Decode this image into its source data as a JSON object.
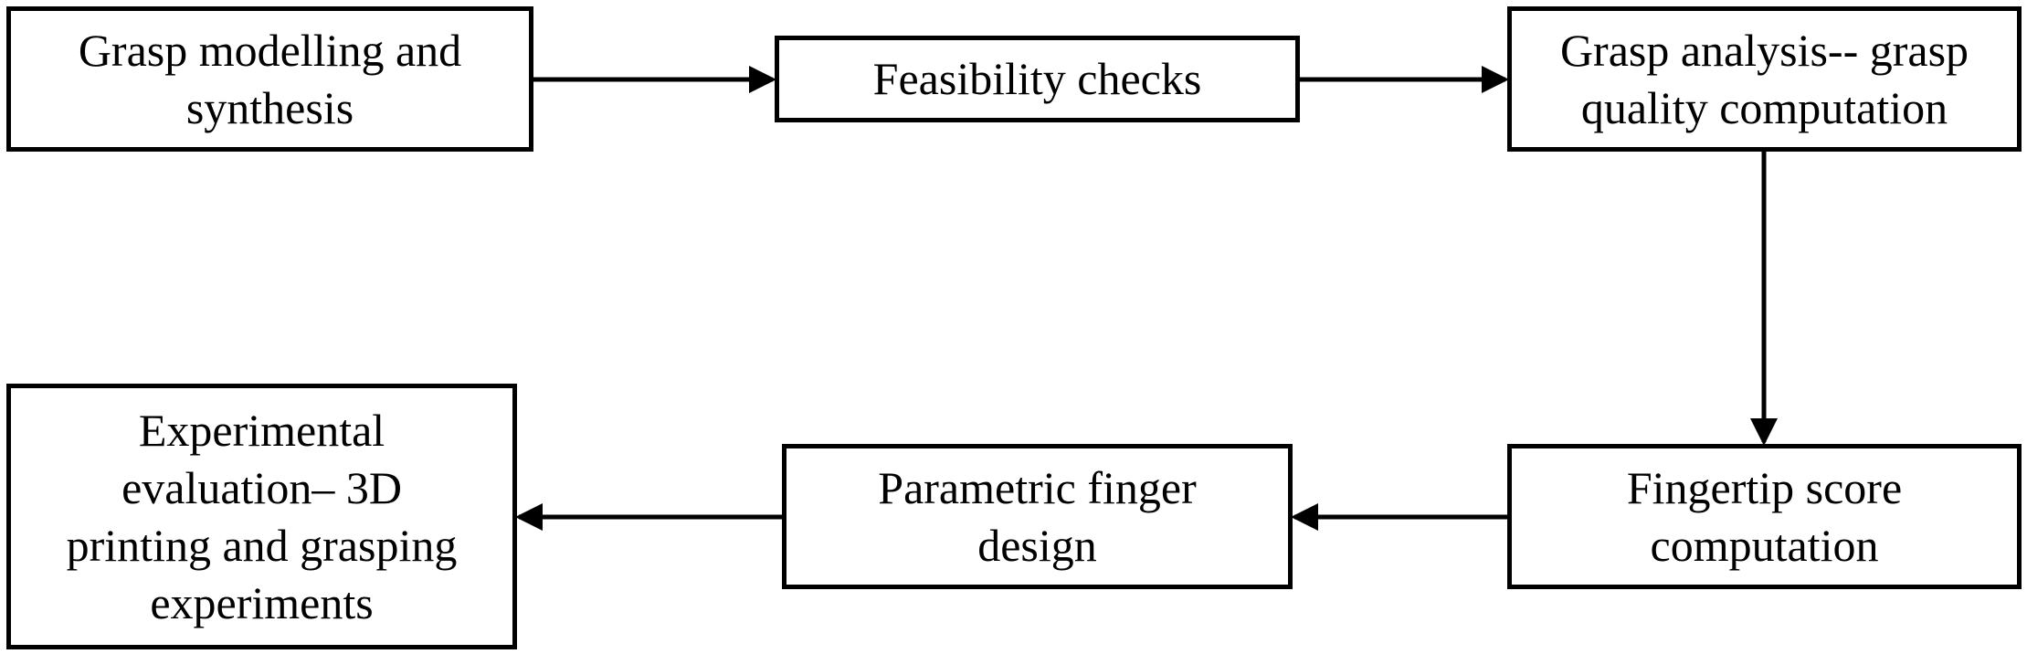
{
  "diagram": {
    "boxes": [
      {
        "id": "grasp-modelling",
        "text": "Grasp modelling and\nsynthesis"
      },
      {
        "id": "feasibility-checks",
        "text": "Feasibility checks"
      },
      {
        "id": "grasp-analysis",
        "text": "Grasp analysis-- grasp\nquality computation"
      },
      {
        "id": "fingertip-score",
        "text": "Fingertip score\ncomputation"
      },
      {
        "id": "parametric-finger",
        "text": "Parametric finger\ndesign"
      },
      {
        "id": "experimental-evaluation",
        "text": "Experimental\nevaluation– 3D\nprinting and grasping\nexperiments"
      }
    ],
    "flow": [
      {
        "from": "grasp-modelling",
        "to": "feasibility-checks"
      },
      {
        "from": "feasibility-checks",
        "to": "grasp-analysis"
      },
      {
        "from": "grasp-analysis",
        "to": "fingertip-score"
      },
      {
        "from": "fingertip-score",
        "to": "parametric-finger"
      },
      {
        "from": "parametric-finger",
        "to": "experimental-evaluation"
      }
    ],
    "colors": {
      "stroke": "#000000",
      "background": "#ffffff"
    }
  }
}
